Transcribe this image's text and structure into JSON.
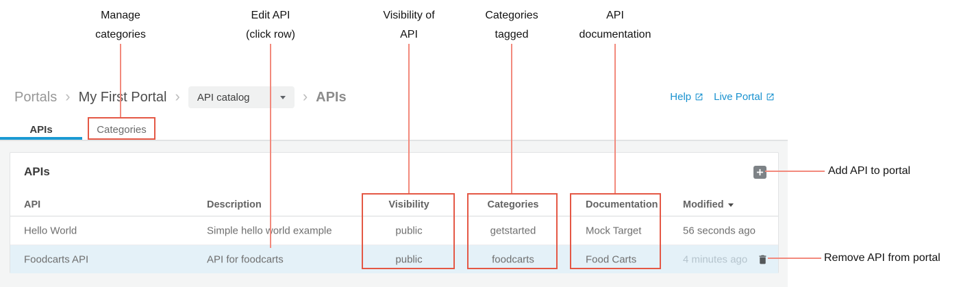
{
  "callouts": {
    "manage_categories": {
      "line1": "Manage",
      "line2": "categories"
    },
    "edit_api": {
      "line1": "Edit API",
      "line2": "(click row)"
    },
    "visibility_of_api": {
      "line1": "Visibility of",
      "line2": "API"
    },
    "categories_tagged": {
      "line1": "Categories",
      "line2": "tagged"
    },
    "api_documentation": {
      "line1": "API",
      "line2": "documentation"
    },
    "add_api_to_portal": "Add API to portal",
    "remove_api_from_portal": "Remove API from portal"
  },
  "breadcrumb": {
    "portals": "Portals",
    "separator": "›",
    "portal_name": "My First Portal",
    "dropdown_value": "API catalog",
    "current_page": "APIs"
  },
  "header_links": {
    "help": "Help",
    "live_portal": "Live Portal"
  },
  "tabs": {
    "apis": "APIs",
    "categories": "Categories"
  },
  "panel": {
    "title": "APIs"
  },
  "table": {
    "columns": {
      "api": "API",
      "description": "Description",
      "visibility": "Visibility",
      "categories": "Categories",
      "documentation": "Documentation",
      "modified": "Modified"
    },
    "sort_column": "Modified",
    "rows": [
      {
        "api": "Hello World",
        "description": "Simple hello world example",
        "visibility": "public",
        "categories": "getstarted",
        "documentation": "Mock Target",
        "modified": "56 seconds ago"
      },
      {
        "api": "Foodcarts API",
        "description": "API for foodcarts",
        "visibility": "public",
        "categories": "foodcarts",
        "documentation": "Food Carts",
        "modified": "4 minutes ago"
      }
    ]
  },
  "colors": {
    "accent_blue": "#1b9ad3",
    "link_blue": "#1891cf",
    "annotation_box_red": "#e45744",
    "annotation_line_red": "#f2897c",
    "row_highlight": "#e4f1f8",
    "page_gray": "#f4f5f5"
  }
}
